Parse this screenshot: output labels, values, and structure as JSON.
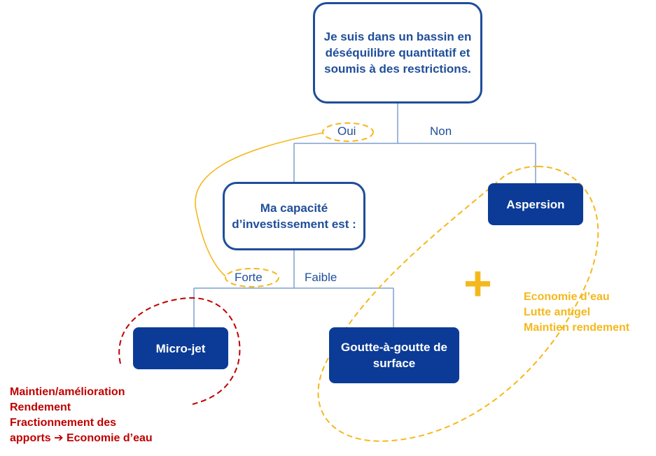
{
  "nodes": {
    "root": "Je suis dans un bassin en déséquilibre quantitatif et soumis à des restrictions.",
    "investment": "Ma capacité d’investissement est :",
    "aspersion": "Aspersion",
    "microjet": "Micro-jet",
    "drip": "Goutte-à-goutte de surface"
  },
  "edges": {
    "yes": "Oui",
    "no": "Non",
    "high": "Forte",
    "low": "Faible"
  },
  "notes": {
    "microjet_benefits": [
      "Maintien/amélioration",
      "Rendement",
      "Fractionnement des",
      "apports ➔ Economie d’eau"
    ],
    "plus_symbol": "+",
    "drip_aspersion_benefits": [
      "Economie d’eau",
      "Lutte antigel",
      "Maintien rendement"
    ]
  },
  "colors": {
    "outline_blue": "#1f4e9a",
    "filled_blue": "#0b3b96",
    "connector": "#7f9fcf",
    "highlight_orange": "#f5b81c",
    "highlight_red": "#c00000"
  }
}
